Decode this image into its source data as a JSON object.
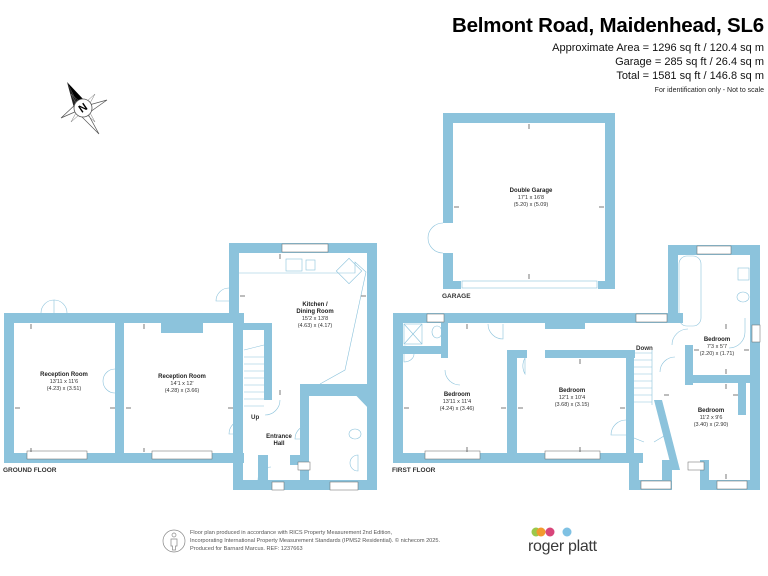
{
  "header": {
    "title": "Belmont Road, Maidenhead, SL6",
    "area_lines": [
      "Approximate Area = 1296 sq ft / 120.4 sq m",
      "Garage = 285 sq ft / 26.4 sq m",
      "Total = 1581 sq ft / 146.8 sq m"
    ],
    "note": "For identification only - Not to scale"
  },
  "compass": {
    "icon": "north-compass-icon",
    "letter": "N"
  },
  "floors": {
    "ground": {
      "label": "GROUND FLOOR",
      "rooms": [
        {
          "name": "Reception Room",
          "imperial": "13'11 x 11'6",
          "metric": "(4.23) x (3.51)"
        },
        {
          "name": "Reception Room",
          "imperial": "14'1 x 12'",
          "metric": "(4.28) x (3.66)"
        },
        {
          "name": "Kitchen /",
          "name2": "Dining Room",
          "imperial": "15'2 x 13'8",
          "metric": "(4.63) x (4.17)"
        },
        {
          "name": "Entrance",
          "name2": "Hall"
        }
      ],
      "stairs_label": "Up"
    },
    "garage": {
      "label": "GARAGE",
      "rooms": [
        {
          "name": "Double Garage",
          "imperial": "17'1 x 16'8",
          "metric": "(5.20) x (5.09)"
        }
      ]
    },
    "first": {
      "label": "FIRST FLOOR",
      "rooms": [
        {
          "name": "Bedroom",
          "imperial": "13'11 x 11'4",
          "metric": "(4.24) x (3.46)"
        },
        {
          "name": "Bedroom",
          "imperial": "12'1 x 10'4",
          "metric": "(3.68) x (3.15)"
        },
        {
          "name": "Bedroom",
          "imperial": "7'3 x 5'7",
          "metric": "(2.20) x (1.71)"
        },
        {
          "name": "Bedroom",
          "imperial": "11'2 x 9'6",
          "metric": "(3.40) x (2.90)"
        }
      ],
      "stairs_label": "Down"
    }
  },
  "footer": {
    "lines": [
      "Floor plan produced in accordance with RICS Property Measurement 2nd Edition,",
      "Incorporating International Property Measurement Standards (IPMS2 Residential).   © nichecom 2025.",
      "Produced for Barnard Marcus.    REF:  1237663"
    ],
    "logo_text": "roger platt",
    "logo_dot_colors": [
      "#f29a2e",
      "#d8457a",
      "#9cc84a",
      "#7fc1e3"
    ]
  },
  "colors": {
    "wall": "#8cc3dc",
    "window": "#ffffff",
    "fixture_line": "#8cc3dc"
  }
}
